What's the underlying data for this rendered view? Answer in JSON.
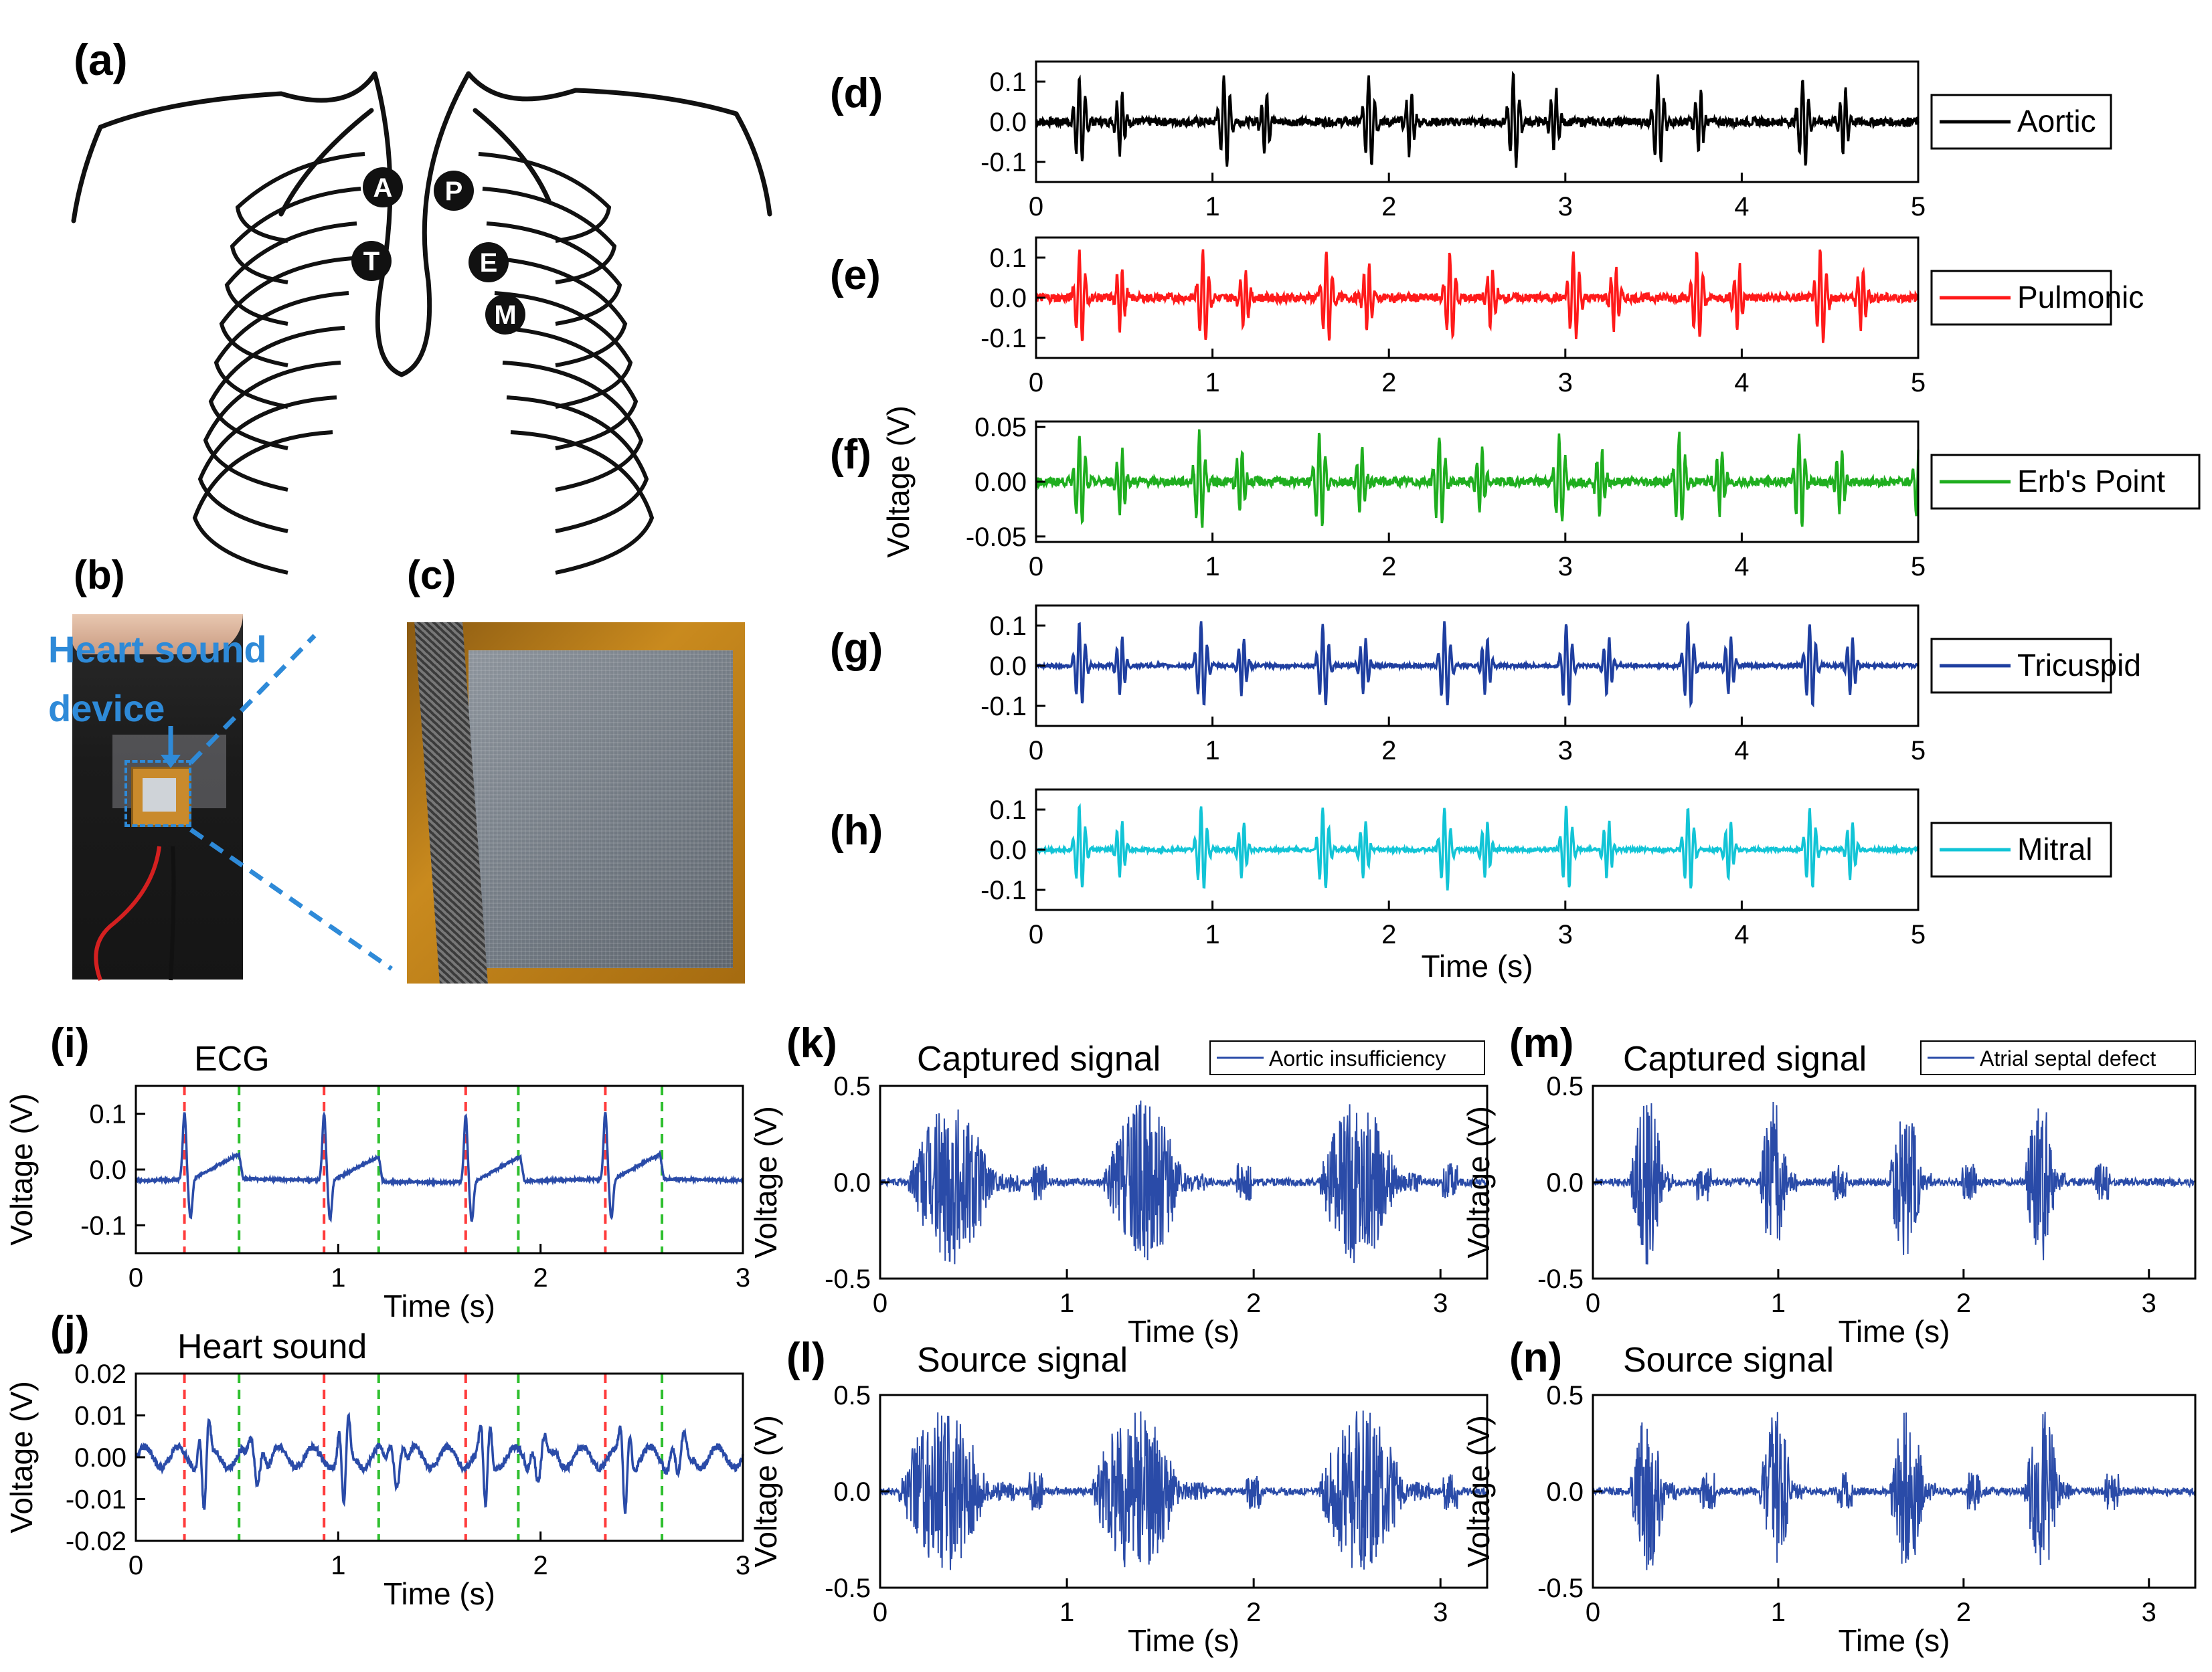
{
  "figure": {
    "panel_labels": {
      "a": "(a)",
      "b": "(b)",
      "c": "(c)",
      "d": "(d)",
      "e": "(e)",
      "f": "(f)",
      "g": "(g)",
      "h": "(h)",
      "i": "(i)",
      "j": "(j)",
      "k": "(k)",
      "l": "(l)",
      "m": "(m)",
      "n": "(n)"
    },
    "chest_points": [
      "A",
      "P",
      "T",
      "E",
      "M"
    ],
    "device_label_line1": "Heart sound",
    "device_label_line2": "device",
    "colors": {
      "aortic": "#000000",
      "pulmonic": "#ff1a1a",
      "erbs": "#1fae1f",
      "tricuspid": "#1f3fa0",
      "mitral": "#12c4d6",
      "signal": "#2a4ba8",
      "ecg_marker_red": "#ff3b3b",
      "ecg_marker_green": "#2fbf2f",
      "callout": "#2e8ad8"
    }
  },
  "chart_data": [
    {
      "id": "d",
      "type": "line",
      "title": "",
      "xlabel": "",
      "ylabel": "",
      "xlim": [
        0,
        5
      ],
      "ylim": [
        -0.15,
        0.15
      ],
      "xticks": [
        "0",
        "1",
        "2",
        "3",
        "4",
        "5"
      ],
      "yticks": [
        "0.1",
        "0.0",
        "-0.1"
      ],
      "series": [
        {
          "name": "Aortic",
          "amp": 0.12,
          "period": 0.82,
          "kind": "pcg"
        }
      ]
    },
    {
      "id": "e",
      "type": "line",
      "title": "",
      "xlabel": "",
      "ylabel": "",
      "xlim": [
        0,
        5
      ],
      "ylim": [
        -0.15,
        0.15
      ],
      "xticks": [
        "0",
        "1",
        "2",
        "3",
        "4",
        "5"
      ],
      "yticks": [
        "0.1",
        "0.0",
        "-0.1"
      ],
      "series": [
        {
          "name": "Pulmonic",
          "amp": 0.12,
          "period": 0.7,
          "kind": "pcg"
        }
      ]
    },
    {
      "id": "f",
      "type": "line",
      "title": "",
      "xlabel": "",
      "ylabel": "Voltage (V)",
      "xlim": [
        0,
        5
      ],
      "ylim": [
        -0.055,
        0.055
      ],
      "xticks": [
        "0",
        "1",
        "2",
        "3",
        "4",
        "5"
      ],
      "yticks": [
        "0.05",
        "0.00",
        "-0.05"
      ],
      "series": [
        {
          "name": "Erb's Point",
          "amp": 0.045,
          "period": 0.68,
          "kind": "pcg"
        }
      ]
    },
    {
      "id": "g",
      "type": "line",
      "title": "",
      "xlabel": "",
      "ylabel": "",
      "xlim": [
        0,
        5
      ],
      "ylim": [
        -0.15,
        0.15
      ],
      "xticks": [
        "0",
        "1",
        "2",
        "3",
        "4",
        "5"
      ],
      "yticks": [
        "0.1",
        "0.0",
        "-0.1"
      ],
      "series": [
        {
          "name": "Tricuspid",
          "amp": 0.11,
          "period": 0.69,
          "kind": "pcg_clean"
        }
      ]
    },
    {
      "id": "h",
      "type": "line",
      "title": "",
      "xlabel": "Time (s)",
      "ylabel": "",
      "xlim": [
        0,
        5
      ],
      "ylim": [
        -0.15,
        0.15
      ],
      "xticks": [
        "0",
        "1",
        "2",
        "3",
        "4",
        "5"
      ],
      "yticks": [
        "0.1",
        "0.0",
        "-0.1"
      ],
      "series": [
        {
          "name": "Mitral",
          "amp": 0.11,
          "period": 0.69,
          "kind": "pcg_clean"
        }
      ]
    },
    {
      "id": "i",
      "type": "line",
      "title": "ECG",
      "xlabel": "Time (s)",
      "ylabel": "Voltage (V)",
      "xlim": [
        0,
        3
      ],
      "ylim": [
        -0.15,
        0.15
      ],
      "xticks": [
        "0",
        "1",
        "2",
        "3"
      ],
      "yticks": [
        "0.1",
        "0.0",
        "-0.1"
      ],
      "markers_red": [
        0.24,
        0.93,
        1.63,
        2.32
      ],
      "markers_green": [
        0.51,
        1.2,
        1.89,
        2.6
      ],
      "series": [
        {
          "name": "ECG",
          "kind": "ecg",
          "beats": [
            0.24,
            0.93,
            1.63,
            2.32
          ]
        }
      ]
    },
    {
      "id": "j",
      "type": "line",
      "title": "Heart sound",
      "xlabel": "Time (s)",
      "ylabel": "Voltage (V)",
      "xlim": [
        0,
        3
      ],
      "ylim": [
        -0.02,
        0.02
      ],
      "xticks": [
        "0",
        "1",
        "2",
        "3"
      ],
      "yticks": [
        "0.02",
        "0.01",
        "0.00",
        "-0.01",
        "-0.02"
      ],
      "markers_red": [
        0.24,
        0.93,
        1.63,
        2.32
      ],
      "markers_green": [
        0.51,
        1.2,
        1.89,
        2.6
      ],
      "series": [
        {
          "name": "Heart sound",
          "kind": "hs",
          "beats": [
            0.24,
            0.93,
            1.63,
            2.32
          ]
        }
      ]
    },
    {
      "id": "k",
      "type": "line",
      "title": "Captured signal",
      "xlabel": "Time (s)",
      "ylabel": "Voltage (V)",
      "xlim": [
        0,
        3.25
      ],
      "ylim": [
        -0.5,
        0.5
      ],
      "xticks": [
        "0",
        "1",
        "2",
        "3"
      ],
      "yticks": [
        "0.5",
        "0.0",
        "-0.5"
      ],
      "legend": "Aortic insufficiency",
      "series": [
        {
          "name": "Aortic insufficiency",
          "kind": "murmur",
          "bursts": [
            [
              0.15,
              0.75
            ],
            [
              1.2,
              1.75
            ],
            [
              2.35,
              2.9
            ]
          ],
          "small": [
            0.85,
            1.95,
            3.05
          ]
        }
      ]
    },
    {
      "id": "l",
      "type": "line",
      "title": "Source signal",
      "xlabel": "Time (s)",
      "ylabel": "Voltage (V)",
      "xlim": [
        0,
        3.25
      ],
      "ylim": [
        -0.5,
        0.5
      ],
      "xticks": [
        "0",
        "1",
        "2",
        "3"
      ],
      "yticks": [
        "0.5",
        "0.0",
        "-0.5"
      ],
      "series": [
        {
          "name": "Source",
          "kind": "murmur",
          "bursts": [
            [
              0.1,
              0.72
            ],
            [
              1.13,
              1.75
            ],
            [
              2.35,
              2.95
            ]
          ],
          "small": [
            0.83,
            2.0,
            3.05
          ]
        }
      ]
    },
    {
      "id": "m",
      "type": "line",
      "title": "Captured signal",
      "xlabel": "Time (s)",
      "ylabel": "Voltage (V)",
      "xlim": [
        0,
        3.25
      ],
      "ylim": [
        -0.5,
        0.5
      ],
      "xticks": [
        "0",
        "1",
        "2",
        "3"
      ],
      "yticks": [
        "0.5",
        "0.0",
        "-0.5"
      ],
      "legend": "Atrial septal defect",
      "series": [
        {
          "name": "Atrial septal defect",
          "kind": "asd",
          "bursts": [
            [
              0.2,
              0.45
            ],
            [
              0.9,
              1.1
            ],
            [
              1.6,
              1.83
            ],
            [
              2.33,
              2.55
            ]
          ],
          "small": [
            0.6,
            1.33,
            2.03,
            2.75
          ]
        }
      ]
    },
    {
      "id": "n",
      "type": "line",
      "title": "Source signal",
      "xlabel": "Time (s)",
      "ylabel": "Voltage (V)",
      "xlim": [
        0,
        3.25
      ],
      "ylim": [
        -0.5,
        0.5
      ],
      "xticks": [
        "0",
        "1",
        "2",
        "3"
      ],
      "yticks": [
        "0.5",
        "0.0",
        "-0.5"
      ],
      "series": [
        {
          "name": "Source",
          "kind": "asd",
          "bursts": [
            [
              0.2,
              0.45
            ],
            [
              0.9,
              1.13
            ],
            [
              1.6,
              1.85
            ],
            [
              2.33,
              2.58
            ]
          ],
          "small": [
            0.62,
            1.36,
            2.06,
            2.8
          ]
        }
      ]
    }
  ]
}
